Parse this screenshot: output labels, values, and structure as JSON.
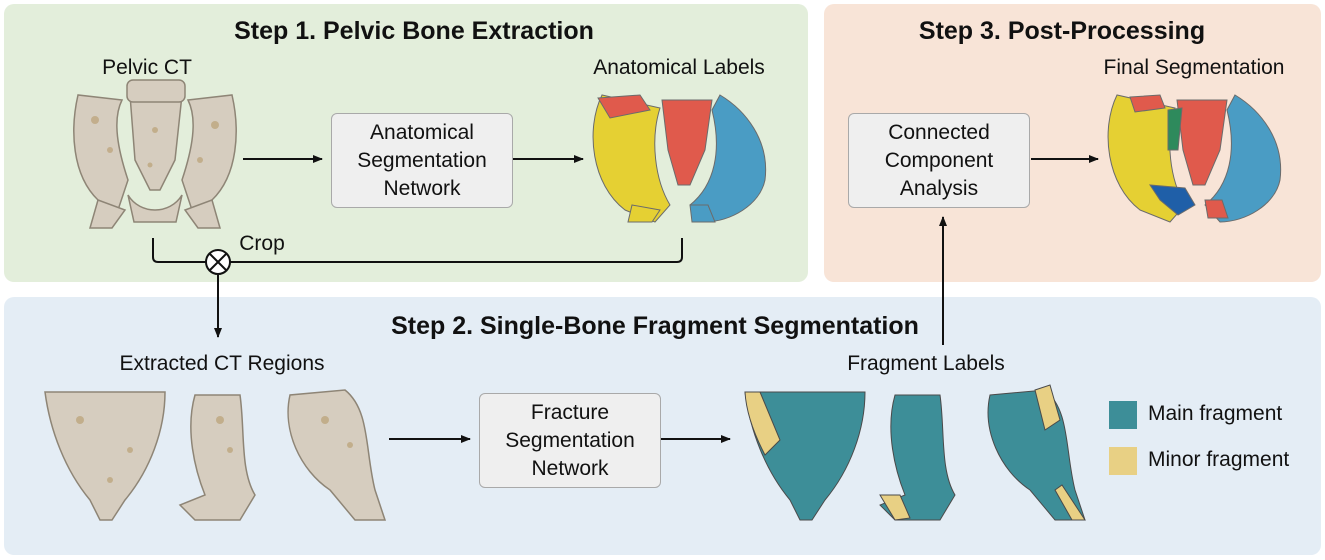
{
  "step1": {
    "title": "Step 1. Pelvic Bone Extraction",
    "input_label": "Pelvic CT",
    "network_box": [
      "Anatomical",
      "Segmentation",
      "Network"
    ],
    "output_label": "Anatomical Labels",
    "crop_label": "Crop"
  },
  "step2": {
    "title": "Step 2. Single-Bone Fragment Segmentation",
    "input_label": "Extracted CT Regions",
    "network_box": [
      "Fracture",
      "Segmentation",
      "Network"
    ],
    "output_label": "Fragment Labels"
  },
  "step3": {
    "title": "Step 3. Post-Processing",
    "box": [
      "Connected",
      "Component",
      "Analysis"
    ],
    "output_label": "Final Segmentation"
  },
  "legend": [
    {
      "label": "Main fragment",
      "color": "#3d8e98"
    },
    {
      "label": "Minor fragment",
      "color": "#e8d084"
    }
  ],
  "colors": {
    "step1_bg": "#e3eedb",
    "step2_bg": "#e4edf5",
    "step3_bg": "#f8e4d7",
    "bone_ct": "#d6cdbf",
    "label_yellow": "#e5d033",
    "label_red": "#e05a4c",
    "label_blue": "#4a9cc4",
    "label_green": "#2e8a5c"
  }
}
